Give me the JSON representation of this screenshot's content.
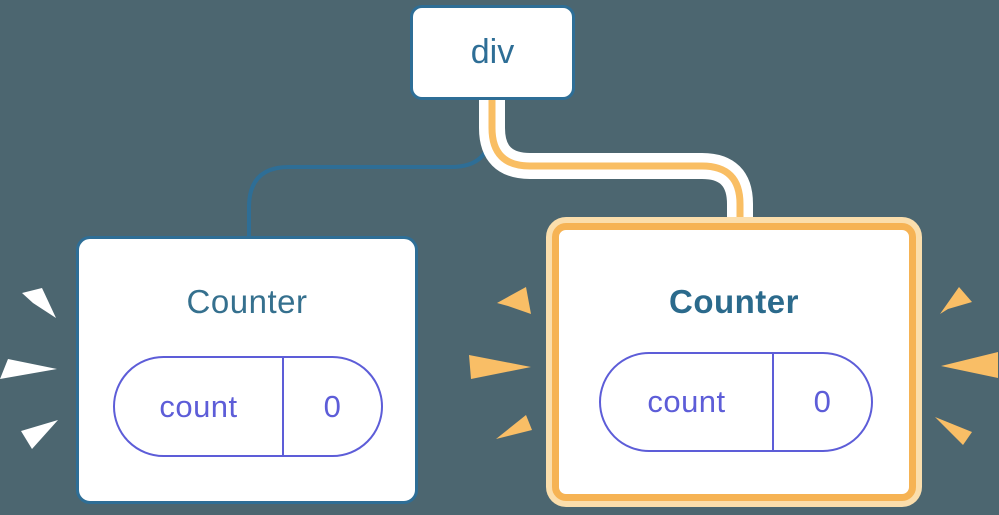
{
  "diagram": {
    "root_node": {
      "label": "div"
    },
    "children": [
      {
        "label": "Counter",
        "highlighted": false,
        "state": {
          "key": "count",
          "value": "0"
        }
      },
      {
        "label": "Counter",
        "highlighted": true,
        "state": {
          "key": "count",
          "value": "0"
        }
      }
    ]
  },
  "palette": {
    "background": "#4C6670",
    "steel_blue": "#2E6E96",
    "heading_blue": "#35708E",
    "heading_blue_bold": "#2B6A8C",
    "indigo": "#5D5DD8",
    "orange_line": "#F9BE63",
    "orange_border": "#F6B354",
    "orange_ring": "#FBDEAC",
    "sparkle_orange": "#F9BE66",
    "card_bg": "#FFFFFF"
  }
}
